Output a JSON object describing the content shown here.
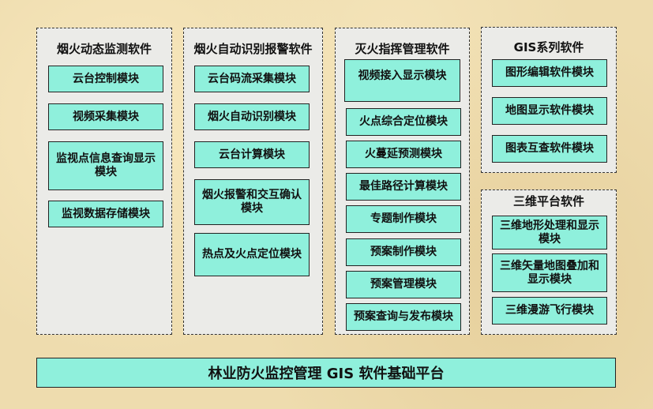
{
  "panels": [
    {
      "title": "烟火动态监测软件",
      "modules": [
        "云台控制模块",
        "视频采集模块",
        "监视点信息查询显示模块",
        "监视数据存储模块"
      ]
    },
    {
      "title": "烟火自动识别报警软件",
      "modules": [
        "云台码流采集模块",
        "烟火自动识别模块",
        "云台计算模块",
        "烟火报警和交互确认模块",
        "热点及火点定位模块"
      ]
    },
    {
      "title": "灭火指挥管理软件",
      "modules": [
        "视频接入显示模块",
        "火点综合定位模块",
        "火蔓延预测模块",
        "最佳路径计算模块",
        "专题制作模块",
        "预案制作模块",
        "预案管理模块",
        "预案查询与发布模块"
      ]
    },
    {
      "title": "GIS系列软件",
      "modules": [
        "图形编辑软件模块",
        "地图显示软件模块",
        "图表互查软件模块"
      ]
    },
    {
      "title": "三维平台软件",
      "modules": [
        "三维地形处理和显示模块",
        "三维矢量地图叠加和显示模块",
        "三维漫游飞行模块"
      ]
    }
  ],
  "platform": "林业防火监控管理 GIS 软件基础平台"
}
